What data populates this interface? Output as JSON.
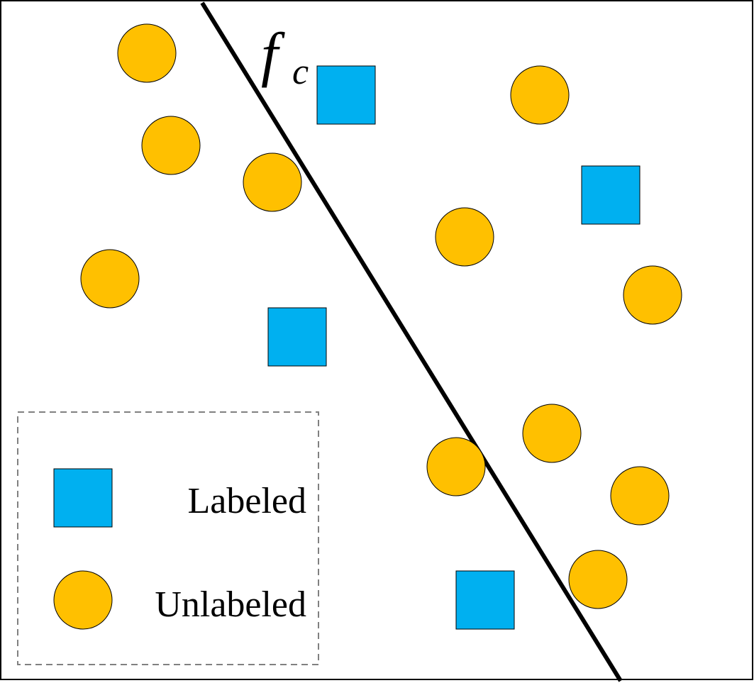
{
  "diagram": {
    "boundary_label": {
      "symbol": "f",
      "subscript": "c"
    },
    "legend": {
      "labeled_text": "Labeled",
      "unlabeled_text": "Unlabeled"
    },
    "colors": {
      "labeled": "#00b0f0",
      "unlabeled": "#ffc000",
      "stroke": "#000000",
      "legend_border": "#808080",
      "frame": "#000000"
    }
  }
}
